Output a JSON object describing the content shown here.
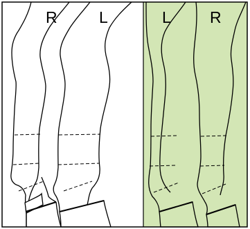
{
  "diagram": {
    "colors": {
      "background": "#ffffff",
      "shaded_fill": "#d3e6b5",
      "outline": "#000000"
    },
    "panels": [
      {
        "side": "left",
        "shaded": false,
        "legs": [
          {
            "label": "R"
          },
          {
            "label": "L"
          }
        ]
      },
      {
        "side": "right",
        "shaded": true,
        "legs": [
          {
            "label": "L"
          },
          {
            "label": "R"
          }
        ]
      }
    ]
  }
}
